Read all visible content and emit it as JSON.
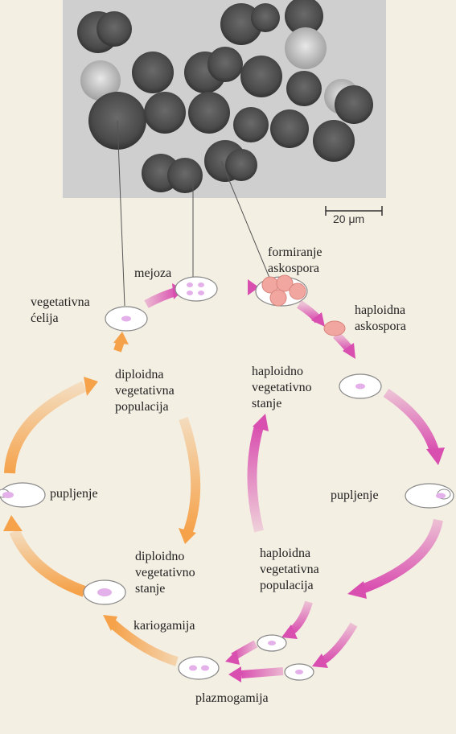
{
  "scale_bar": {
    "label": "20 μm"
  },
  "stages": {
    "vegetative_cell": "vegetativna\nćelija",
    "meiosis": "mejoza",
    "ascospore_formation": "formiranje\naskospora",
    "haploid_ascospore": "haploidna\naskospora",
    "haploid_vegetative_state": "haploidno\nvegetativno\nstanje",
    "budding_right": "pupljenje",
    "haploid_vegetative_population": "haploidna\nvegetativna\npopulacija",
    "plasmogamy": "plazmogamija",
    "karyogamy": "kariogamija",
    "diploid_vegetative_state": "diploidno\nvegetativno\nstanje",
    "budding_left": "pupljenje",
    "diploid_vegetative_population": "diploidna\nvegetativna\npopulacija"
  },
  "colors": {
    "diploid_arrow": "#f5a24a",
    "haploid_arrow": "#d94fb0",
    "ascospore_fill": "#f2a6a0",
    "nucleus_fill": "#e4b0ea",
    "micrograph_bg": "#cfcfcf"
  }
}
